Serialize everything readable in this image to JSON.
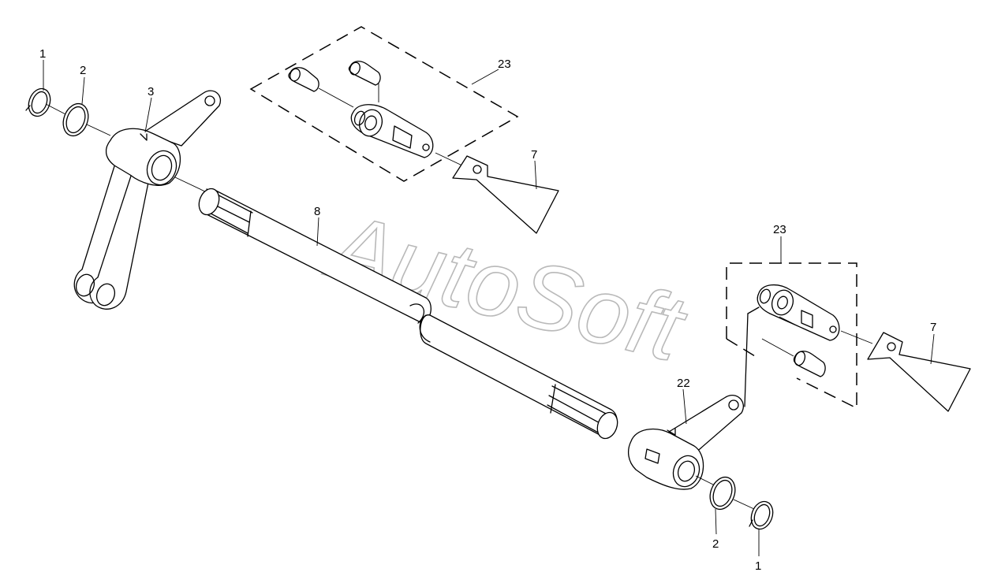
{
  "watermark": {
    "text": "AutoSoft",
    "color": "#b9b9b9"
  },
  "callouts": [
    {
      "id": "c1-left",
      "text": "1"
    },
    {
      "id": "c2-left",
      "text": "2"
    },
    {
      "id": "c3",
      "text": "3"
    },
    {
      "id": "c23-top",
      "text": "23"
    },
    {
      "id": "c7-top",
      "text": "7"
    },
    {
      "id": "c8",
      "text": "8"
    },
    {
      "id": "c23-right",
      "text": "23"
    },
    {
      "id": "c7-right",
      "text": "7"
    },
    {
      "id": "c22",
      "text": "22"
    },
    {
      "id": "c2-right",
      "text": "2"
    },
    {
      "id": "c1-right",
      "text": "1"
    }
  ]
}
